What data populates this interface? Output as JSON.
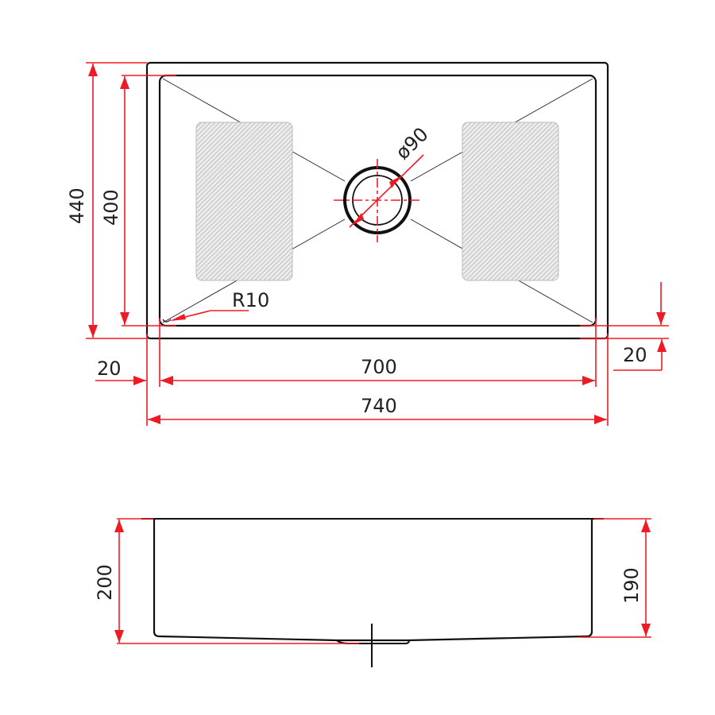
{
  "drawing": {
    "title": "Undermount sink dimension drawing",
    "units": "mm",
    "colors": {
      "outline": "#111111",
      "dimension": "#ed1c24",
      "text": "#231f20",
      "hatch": "#bdbdbd"
    }
  },
  "top_view": {
    "overall_width_label": "740",
    "inner_width_label": "700",
    "overall_depth_label": "440",
    "inner_depth_label": "400",
    "left_flange_label": "20",
    "bottom_flange_label": "20",
    "corner_radius_label": "R10",
    "drain_diameter_label": "ø90",
    "grids": [
      {
        "name": "left-grid"
      },
      {
        "name": "right-grid"
      }
    ]
  },
  "side_view": {
    "outer_height_label": "200",
    "inner_height_label": "190"
  }
}
